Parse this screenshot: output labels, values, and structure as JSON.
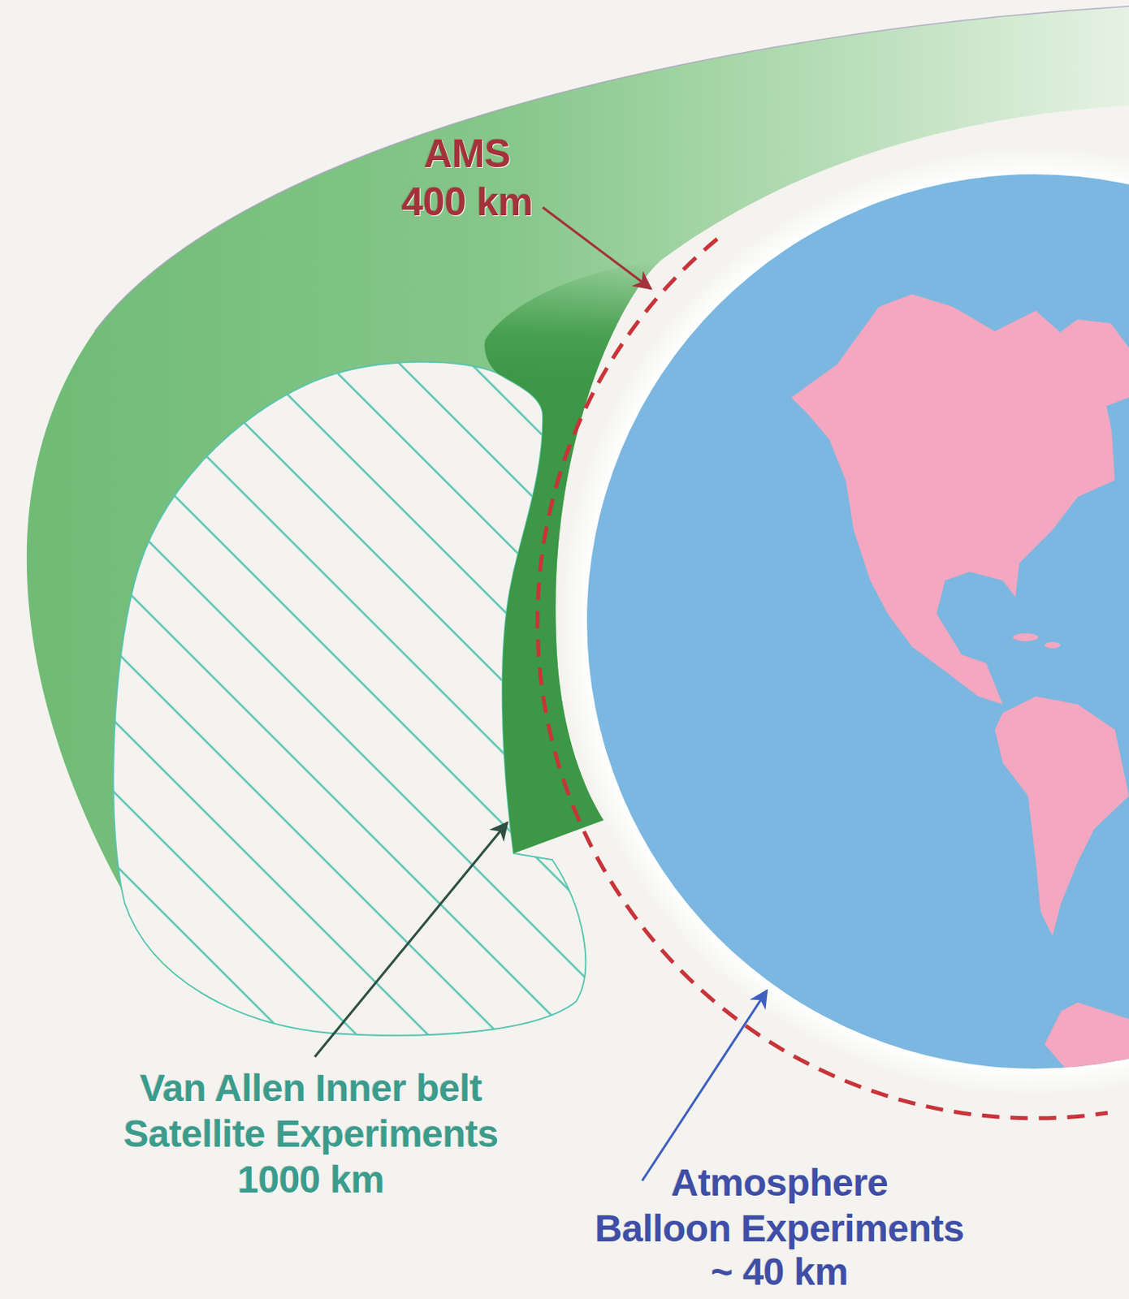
{
  "diagram": {
    "labels": [
      "AMS",
      "400 km",
      "Van Allen Inner belt",
      "Satellite Experiments",
      "1000 km",
      "Atmosphere",
      "Balloon Experiments",
      "~ 40 km"
    ]
  }
}
